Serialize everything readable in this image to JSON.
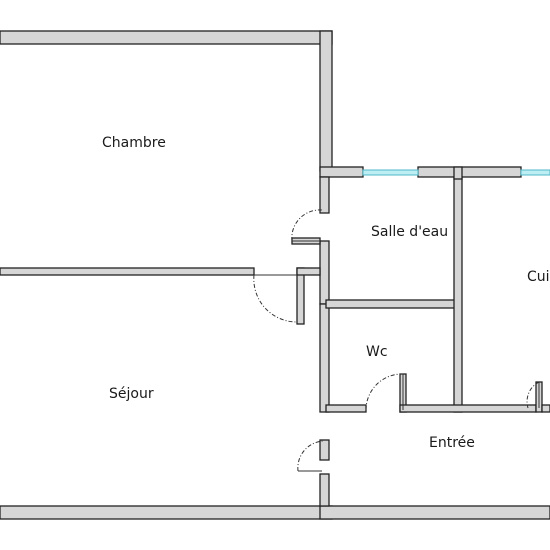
{
  "rooms": {
    "chambre": "Chambre",
    "salle_deau": "Salle d'eau",
    "cuisine": "Cuisine",
    "wc": "Wc",
    "sejour": "Séjour",
    "entree": "Entrée"
  },
  "colors": {
    "wall_fill": "#d6d6d6",
    "wall_stroke": "#222222",
    "window": "#bdeef3",
    "background": "#ffffff"
  }
}
